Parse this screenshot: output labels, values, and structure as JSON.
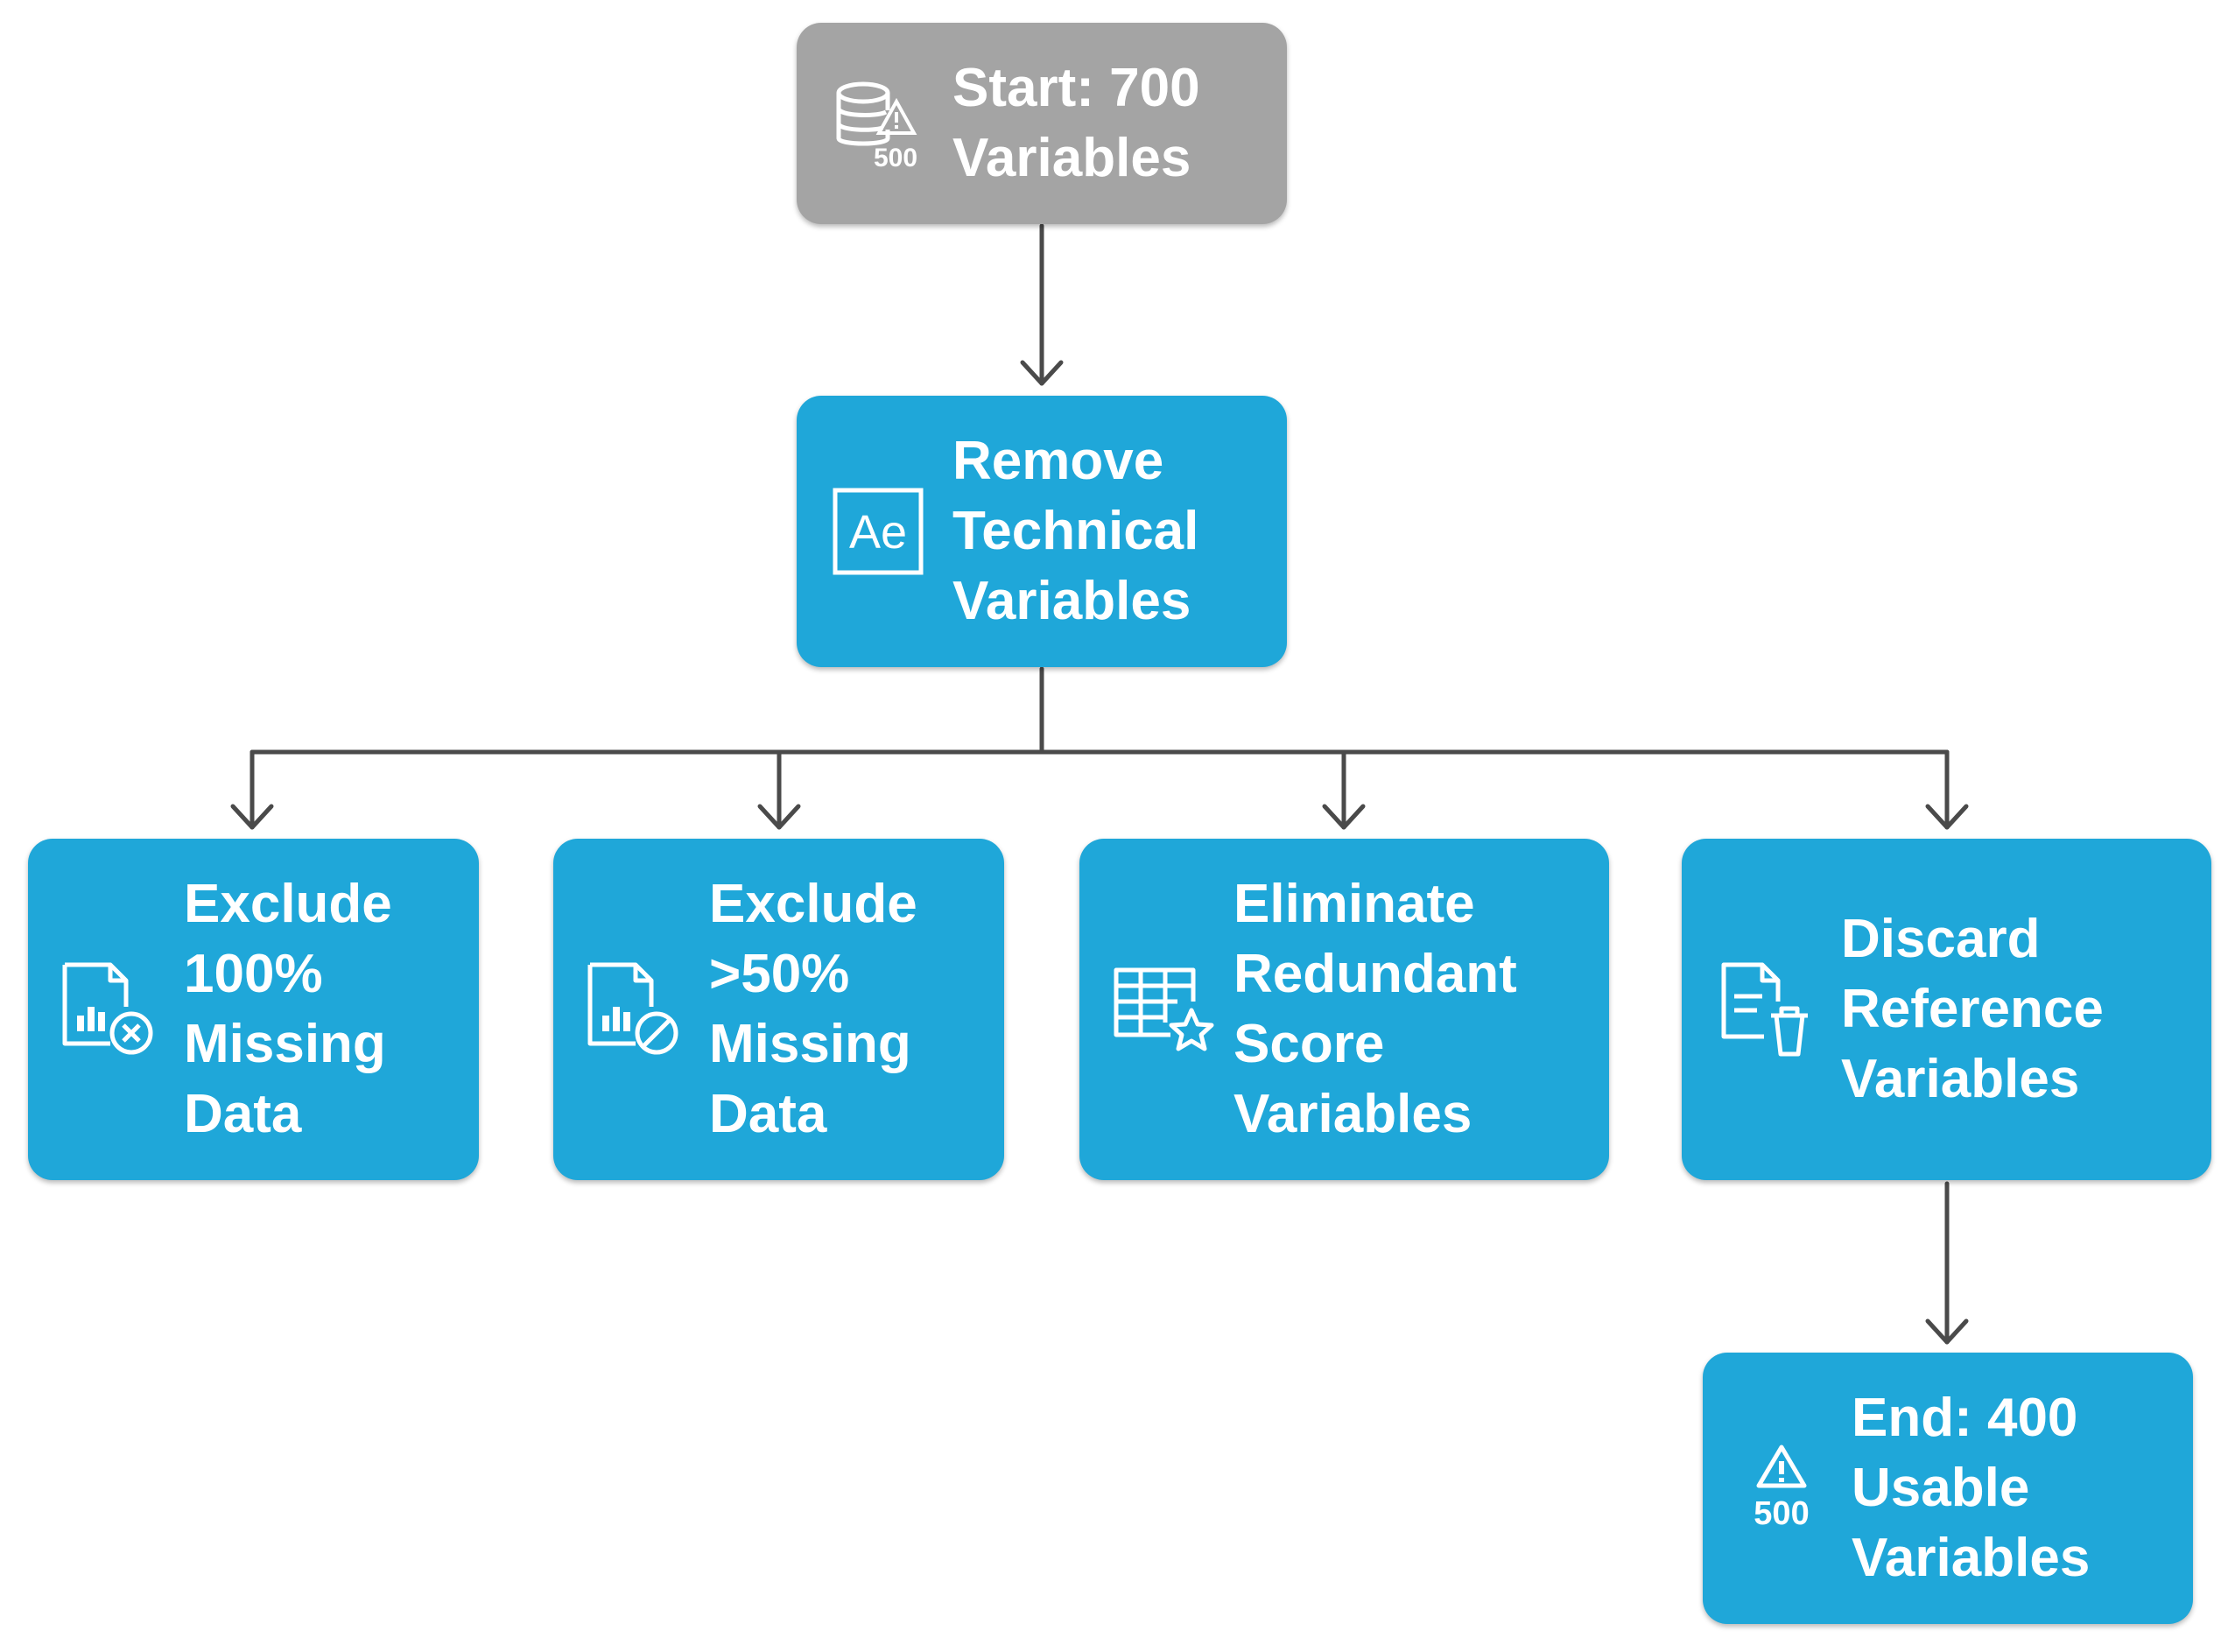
{
  "colors": {
    "process": "#1fa7d9",
    "start": "#a4a4a4",
    "connector": "#4a4a4a",
    "text": "#ffffff"
  },
  "nodes": {
    "start": {
      "lines": [
        "Start: 700",
        "Variables"
      ],
      "icon": "database-warning-icon",
      "icon_text": "500"
    },
    "remove_technical": {
      "lines": [
        "Remove",
        "Technical",
        "Variables"
      ],
      "icon": "ae-icon",
      "icon_text": "Ae"
    },
    "exclude_100": {
      "lines": [
        "Exclude",
        "100%",
        "Missing",
        "Data"
      ],
      "icon": "chart-doc-x-icon"
    },
    "exclude_50": {
      "lines": [
        "Exclude",
        ">50%",
        "Missing",
        "Data"
      ],
      "icon": "chart-doc-block-icon"
    },
    "eliminate_redundant": {
      "lines": [
        "Eliminate",
        "Redundant",
        "Score",
        "Variables"
      ],
      "icon": "table-star-icon"
    },
    "discard_reference": {
      "lines": [
        "Discard",
        "Reference",
        "Variables"
      ],
      "icon": "doc-trash-icon"
    },
    "end": {
      "lines": [
        "End: 400",
        "Usable",
        "Variables"
      ],
      "icon": "warning-500-icon",
      "icon_text": "500"
    }
  }
}
